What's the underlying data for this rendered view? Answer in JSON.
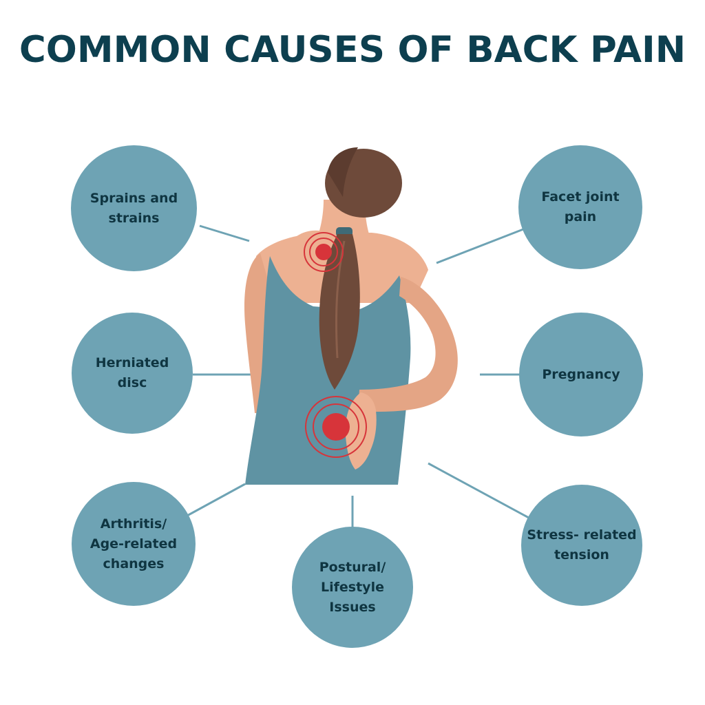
{
  "title": "COMMON CAUSES OF BACK PAIN",
  "colors": {
    "title": "#0d3f4f",
    "bubble": "#6ea3b4",
    "bubble_text": "#0f3541",
    "connector": "#6ea3b4",
    "pain_marker": "#d7343a",
    "shirt": "#5f93a3",
    "skin": "#edb192",
    "hair": "#6e4a3a"
  },
  "causes": [
    {
      "label": "Sprains and\nstrains"
    },
    {
      "label": "Facet joint\npain"
    },
    {
      "label": "Herniated\ndisc"
    },
    {
      "label": "Pregnancy"
    },
    {
      "label": "Arthritis/\nAge-related\nchanges"
    },
    {
      "label": "Postural/\nLifestyle\nIssues"
    },
    {
      "label": "Stress- related\ntension"
    }
  ],
  "illustration": {
    "subject": "woman-back-view",
    "pain_points": [
      "neck",
      "lower-back"
    ]
  }
}
